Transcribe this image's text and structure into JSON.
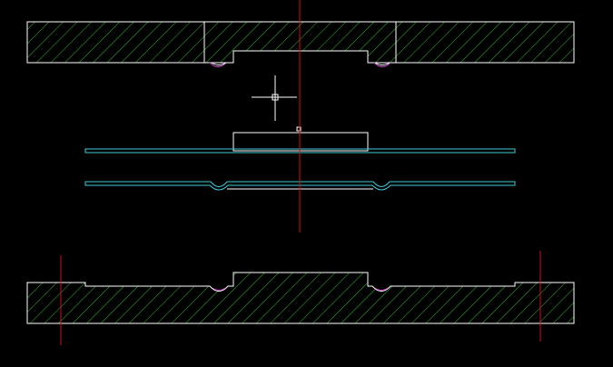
{
  "view": {
    "background_color": "#000000",
    "outline_color": "#ffffff",
    "hatch_color": "#2fbf2f",
    "centerline_color": "#d01010",
    "sheet_color": "#40c8d8",
    "fillet_color": "#c040c0"
  },
  "drawing": {
    "cursor_icon": "crosshair-cursor-icon",
    "parts": [
      {
        "name": "upper-die-plate",
        "hatched": true
      },
      {
        "name": "upper-die-punch",
        "hatched": true
      },
      {
        "name": "blank-holder-sheet",
        "hatched": false
      },
      {
        "name": "formed-sheet",
        "hatched": false
      },
      {
        "name": "lower-die-plate",
        "hatched": true
      }
    ]
  }
}
